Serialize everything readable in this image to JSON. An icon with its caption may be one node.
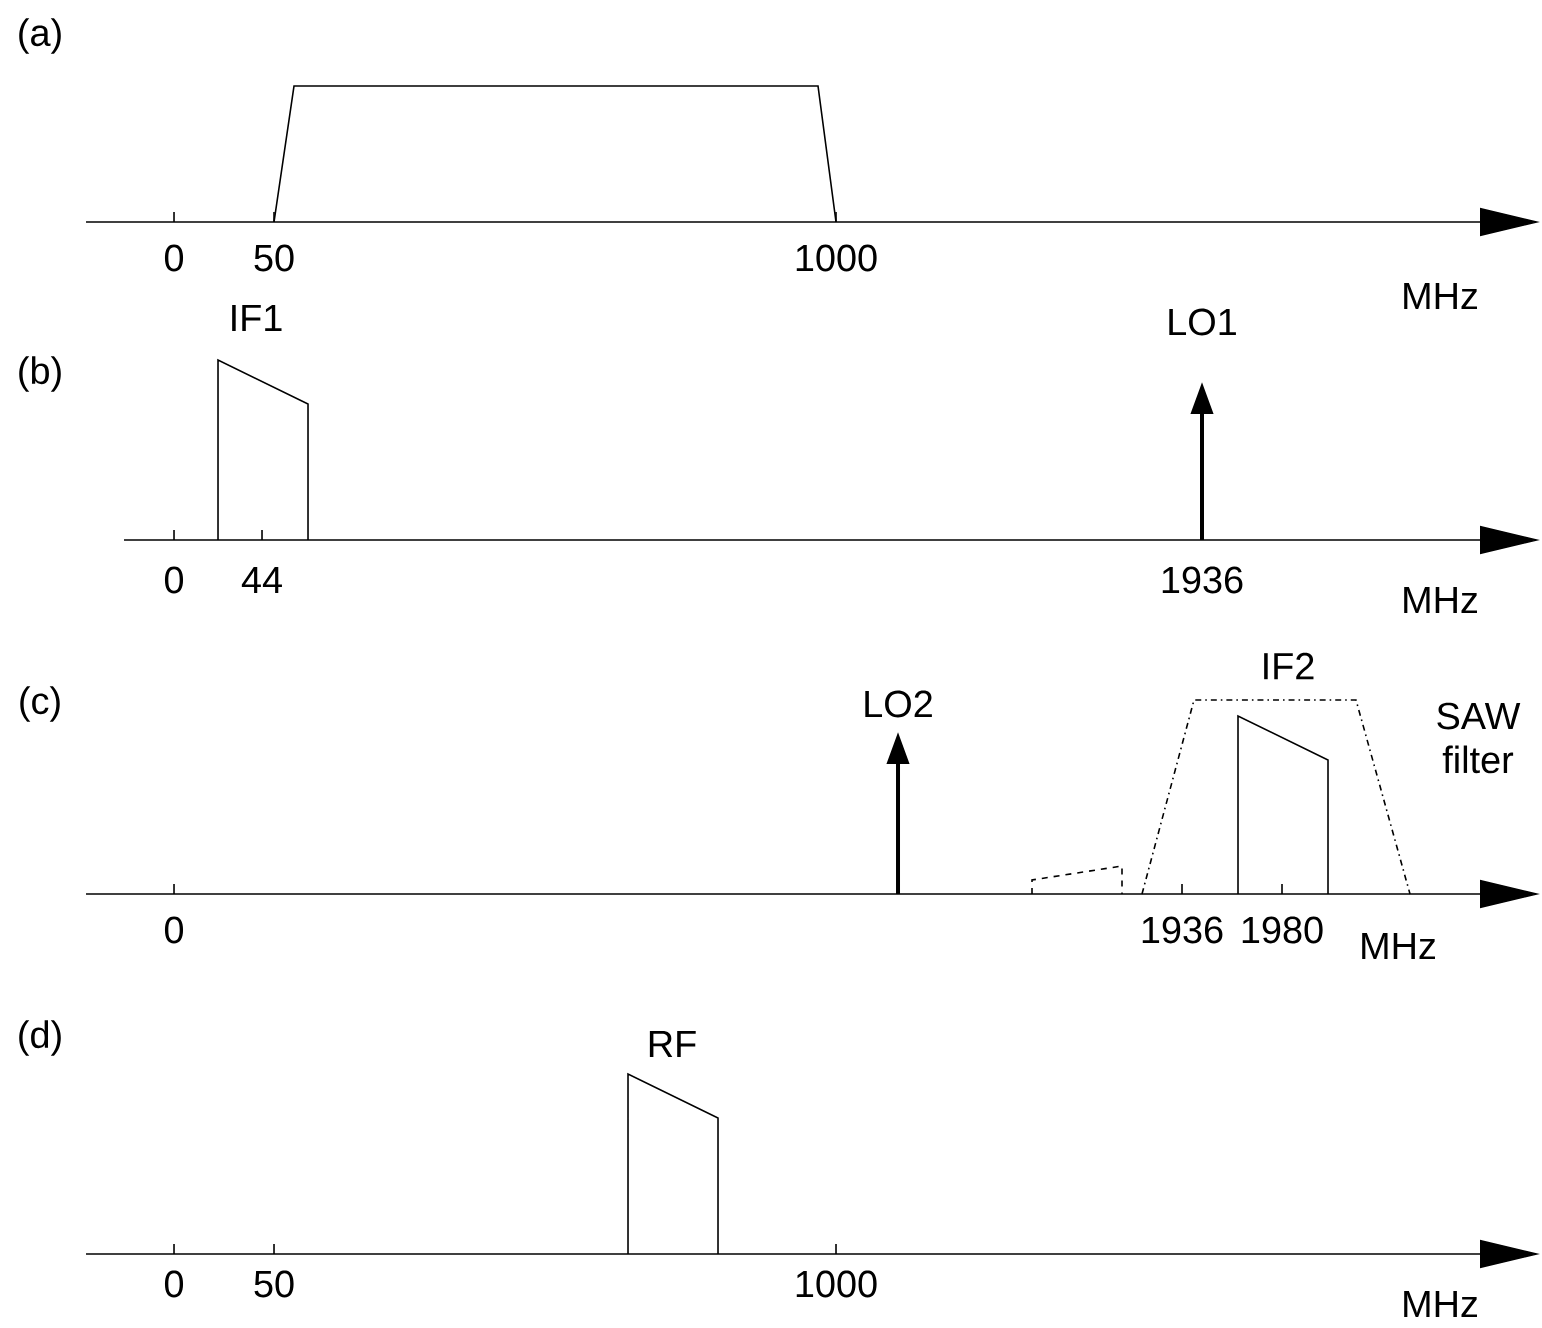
{
  "diagram": {
    "labels": [
      "(a)",
      "0",
      "50",
      "1000",
      "MHz",
      "IF1",
      "LO1",
      "(b)",
      "0",
      "44",
      "1936",
      "MHz",
      "IF2",
      "(c)",
      "LO2",
      "SAW filter",
      "0",
      "1936",
      "1980",
      "MHz",
      "(d)",
      "RF",
      "0",
      "50",
      "1000",
      "MHz"
    ]
  }
}
